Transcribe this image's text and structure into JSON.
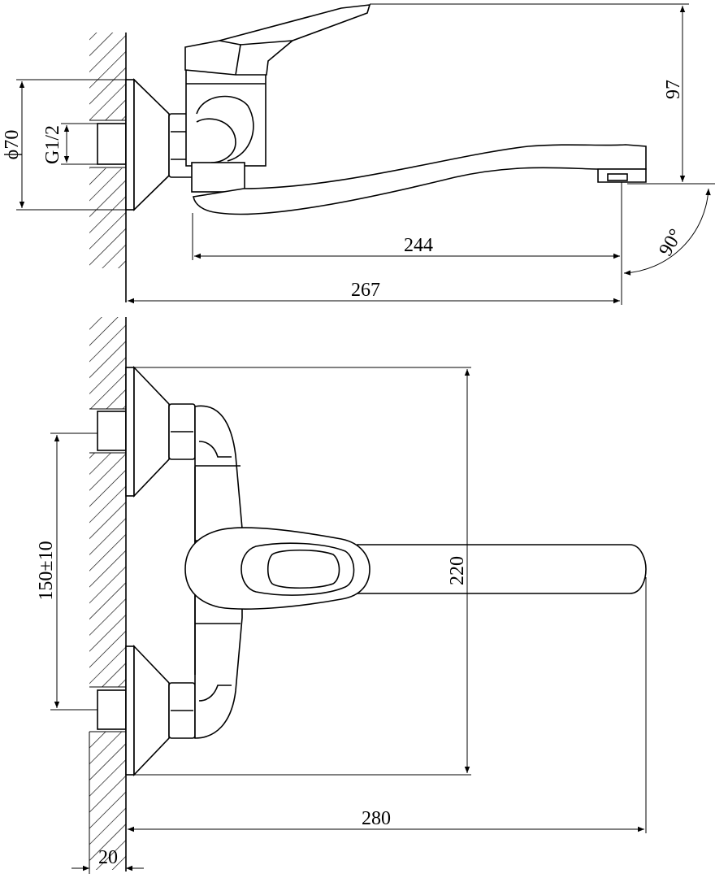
{
  "drawing": {
    "side_view": {
      "dimensions": {
        "flange_diameter": "ϕ70",
        "thread": "G1/2",
        "handle_height": "97",
        "spout_reach": "244",
        "total_reach": "267",
        "swivel_angle": "90°"
      }
    },
    "front_view": {
      "dimensions": {
        "center_distance": "150±10",
        "height": "220",
        "total_length": "280",
        "wall_offset": "20"
      }
    },
    "colors": {
      "line": "#000000",
      "background": "#ffffff"
    }
  }
}
